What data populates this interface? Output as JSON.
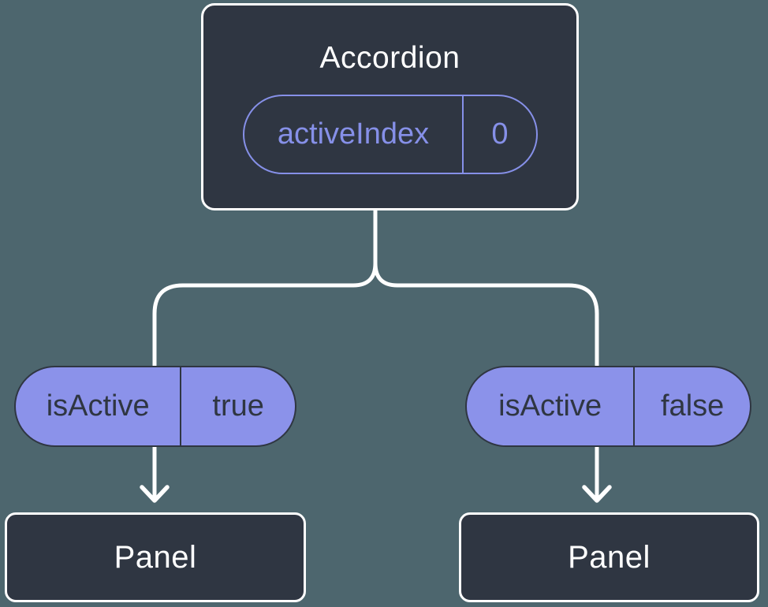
{
  "colors": {
    "background": "#4d666e",
    "node_fill": "#2f3642",
    "node_border": "#ffffff",
    "pill_fill": "#8b92ea",
    "pill_outline": "#8690e8",
    "dark_text": "#2f3642",
    "light_text": "#ffffff",
    "connector": "#ffffff"
  },
  "diagram": {
    "root": {
      "title": "Accordion",
      "state": {
        "name": "activeIndex",
        "value": "0"
      }
    },
    "children": [
      {
        "prop": {
          "name": "isActive",
          "value": "true"
        },
        "title": "Panel"
      },
      {
        "prop": {
          "name": "isActive",
          "value": "false"
        },
        "title": "Panel"
      }
    ]
  }
}
